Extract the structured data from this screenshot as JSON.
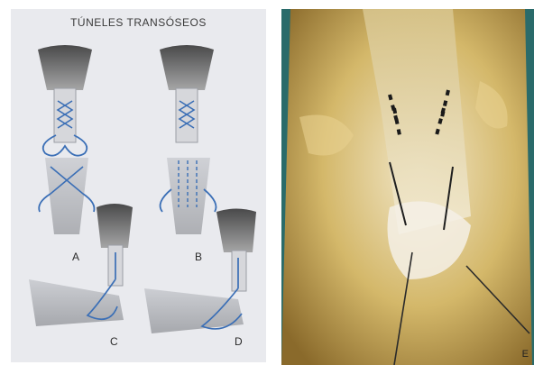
{
  "left_figure": {
    "title": "TÚNELES TRANSÓSEOS",
    "labels": {
      "a": "A",
      "b": "B",
      "c": "C",
      "d": "D"
    },
    "stitch_color": "#3b6fb6",
    "muscle_color": "#4a4a4a"
  },
  "right_figure": {
    "label": "E",
    "tissue_color": "#d8c27a",
    "drape_color": "#2a6b6a"
  }
}
